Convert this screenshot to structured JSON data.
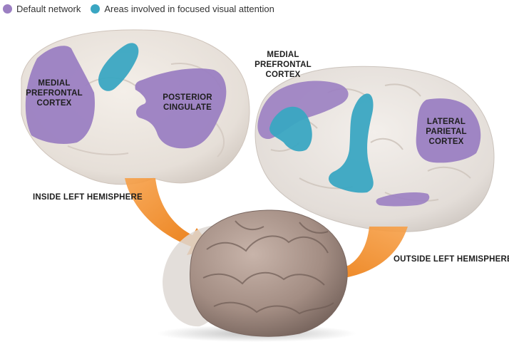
{
  "legend": {
    "default_network": {
      "label": "Default network",
      "color": "#9b7fc2"
    },
    "visual_attention": {
      "label": "Areas involved in focused visual attention",
      "color": "#3aa6c2"
    }
  },
  "labels": {
    "inside_medial_prefrontal": [
      "MEDIAL",
      "PREFRONTAL",
      "CORTEX"
    ],
    "posterior_cingulate": [
      "POSTERIOR",
      "CINGULATE"
    ],
    "outside_medial_prefrontal": [
      "MEDIAL",
      "PREFRONTAL",
      "CORTEX"
    ],
    "lateral_parietal": [
      "LATERAL",
      "PARIETAL",
      "CORTEX"
    ],
    "inside_left_hemisphere": "INSIDE LEFT HEMISPHERE",
    "outside_left_hemisphere": "OUTSIDE LEFT HEMISPHERE"
  },
  "colors": {
    "brain_surface": "#ece6e0",
    "brain_shadow": "#d8cfc7",
    "arrow": "#f08a1e",
    "whole_brain": "#a8928a"
  }
}
